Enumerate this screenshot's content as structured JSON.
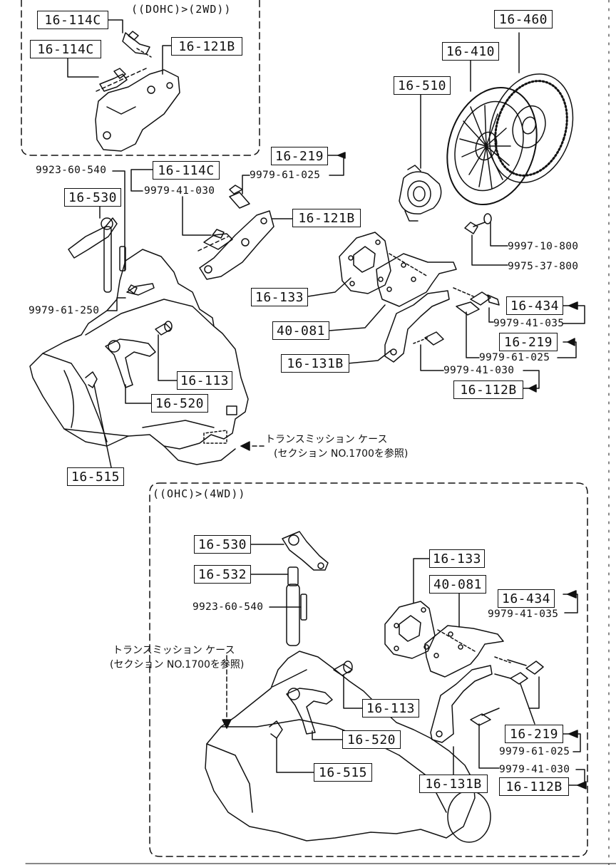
{
  "sections": {
    "dohc_2wd": "((DOHC)>(2WD))",
    "ohc_4wd": "((OHC)>(4WD))"
  },
  "parts": {
    "p16_114c_a": "16-114C",
    "p16_114c_b": "16-114C",
    "p16_121b_a": "16-121B",
    "p16_460": "16-460",
    "p16_410": "16-410",
    "p16_510": "16-510",
    "p16_219_a": "16-219",
    "p16_114c_c": "16-114C",
    "p16_530_a": "16-530",
    "p16_121b_b": "16-121B",
    "p16_133_a": "16-133",
    "p40_081_a": "40-081",
    "p16_434_a": "16-434",
    "p16_219_b": "16-219",
    "p16_131b_a": "16-131B",
    "p16_112b_a": "16-112B",
    "p16_113_a": "16-113",
    "p16_520_a": "16-520",
    "p16_515_a": "16-515",
    "p16_530_b": "16-530",
    "p16_532": "16-532",
    "p16_133_b": "16-133",
    "p40_081_b": "40-081",
    "p16_434_b": "16-434",
    "p16_113_b": "16-113",
    "p16_520_b": "16-520",
    "p16_219_c": "16-219",
    "p16_515_b": "16-515",
    "p16_131b_b": "16-131B",
    "p16_112b_b": "16-112B"
  },
  "numbers": {
    "n9923_60_540_a": "9923-60-540",
    "n9979_61_025_a": "9979-61-025",
    "n9979_41_030_a": "9979-41-030",
    "n9997_10_800": "9997-10-800",
    "n9975_37_800": "9975-37-800",
    "n9979_61_250": "9979-61-250",
    "n9979_41_035_a": "9979-41-035",
    "n9979_61_025_b": "9979-61-025",
    "n9979_41_030_b": "9979-41-030",
    "n9923_60_540_b": "9923-60-540",
    "n9979_41_035_b": "9979-41-035",
    "n9979_61_025_c": "9979-61-025",
    "n9979_41_030_c": "9979-41-030"
  },
  "notes": {
    "trans_case_a_1": "トランスミッション ケース",
    "trans_case_a_2": "(セクション NO.1700を参照)",
    "trans_case_b_1": "トランスミッション ケース",
    "trans_case_b_2": "(セクション NO.1700を参照)"
  }
}
